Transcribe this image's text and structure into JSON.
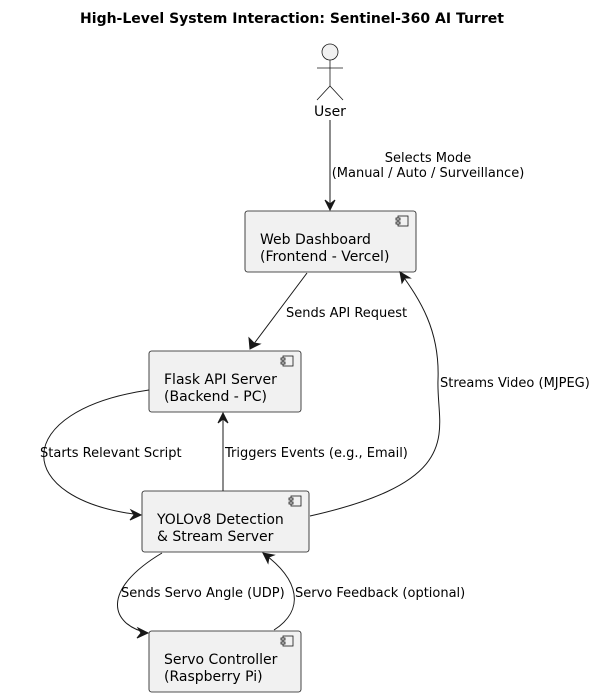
{
  "title": "High-Level System Interaction: Sentinel-360 AI Turret",
  "actor": {
    "label": "User"
  },
  "nodes": {
    "web_dashboard": {
      "line1": "Web Dashboard",
      "line2": "(Frontend - Vercel)"
    },
    "flask_api": {
      "line1": "Flask API Server",
      "line2": "(Backend - PC)"
    },
    "yolo": {
      "line1": "YOLOv8 Detection",
      "line2": "& Stream Server"
    },
    "servo": {
      "line1": "Servo Controller",
      "line2": "(Raspberry Pi)"
    }
  },
  "edges": {
    "selects_mode": {
      "line1": "Selects Mode",
      "line2": "(Manual / Auto / Surveillance)"
    },
    "sends_api_request": {
      "label": "Sends API Request"
    },
    "streams_video": {
      "label": "Streams Video (MJPEG)"
    },
    "starts_script": {
      "label": "Starts Relevant Script"
    },
    "triggers_events": {
      "label": "Triggers Events (e.g., Email)"
    },
    "sends_servo_angle": {
      "label": "Sends Servo Angle (UDP)"
    },
    "servo_feedback": {
      "label": "Servo Feedback (optional)"
    }
  },
  "colors": {
    "node_fill": "#f1f1f1",
    "stroke": "#181818",
    "text": "#000000",
    "background": "#ffffff"
  }
}
